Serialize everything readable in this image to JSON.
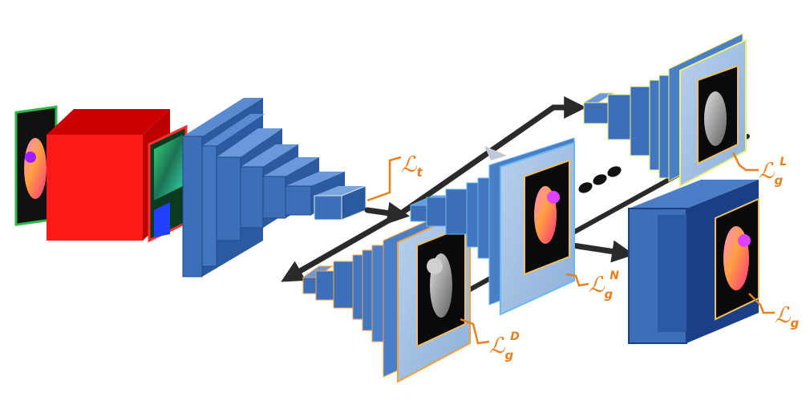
{
  "losses": {
    "total": {
      "main": "ℒ",
      "sub": "t",
      "sup": ""
    },
    "depth": {
      "main": "ℒ",
      "sub": "g",
      "sup": "D"
    },
    "normal": {
      "main": "ℒ",
      "sub": "g",
      "sup": "N"
    },
    "light": {
      "main": "ℒ",
      "sub": "g",
      "sup": "L"
    },
    "final": {
      "main": "ℒ",
      "sub": "g",
      "sup": ""
    }
  },
  "colors": {
    "encoder_blue": "#3d6fb8",
    "red_block": "#ff1a1a",
    "loss_orange": "#e8801c",
    "arrow": "#2a2a2a",
    "border_green": "#2fb84a",
    "border_orange": "#f0a040",
    "border_light_blue": "#69b8f0",
    "border_yellow": "#e8f07a",
    "dark_blue": "#1e4fa0"
  }
}
